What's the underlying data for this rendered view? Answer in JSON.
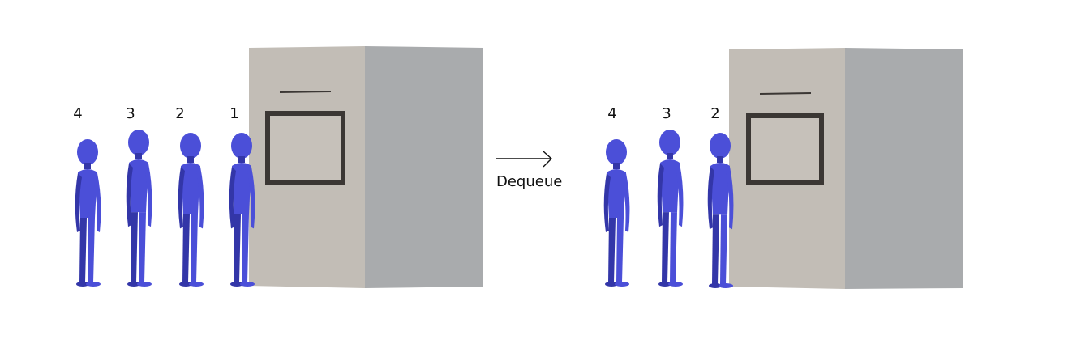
{
  "colors": {
    "person": "#4b4fd8",
    "person_shadow": "#3336a8",
    "booth_front": "#c2bdb6",
    "booth_side": "#a9abad",
    "window_frame": "#3b3734",
    "window_glass": "#c6c1ba"
  },
  "before": {
    "labels": [
      "4",
      "3",
      "2",
      "1"
    ]
  },
  "transition": {
    "label": "Dequeue",
    "icon": "right-arrow-icon"
  },
  "after": {
    "labels": [
      "4",
      "3",
      "2"
    ]
  }
}
